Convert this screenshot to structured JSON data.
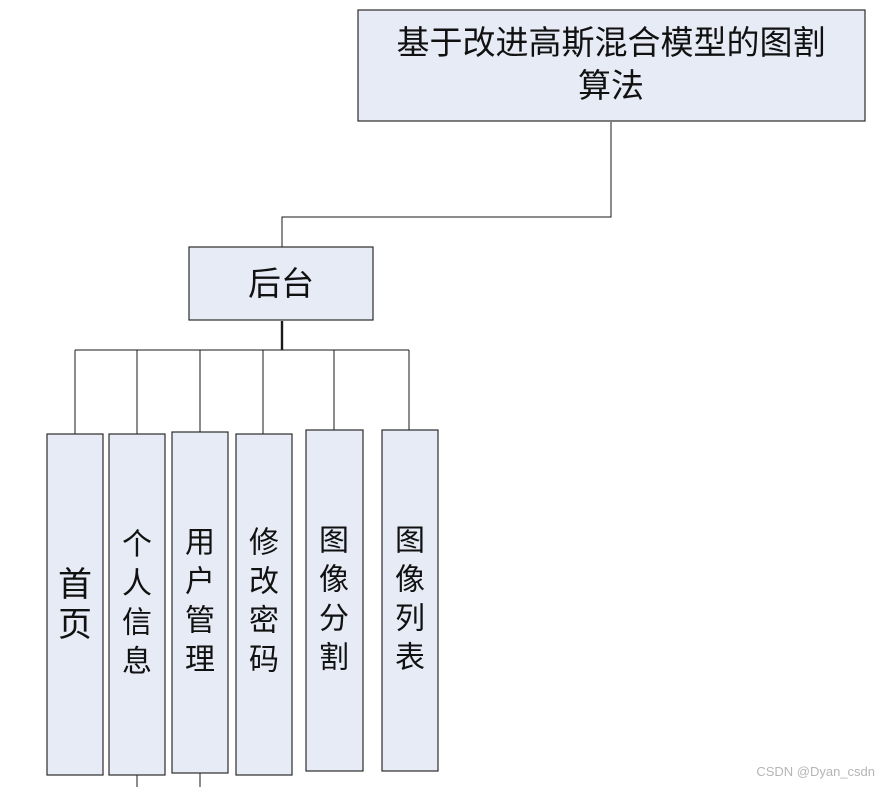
{
  "root": {
    "label_line1": "基于改进高斯混合模型的图割",
    "label_line2": "算法"
  },
  "mid": {
    "label": "后台"
  },
  "leaves": [
    {
      "id": "home",
      "label": "首页"
    },
    {
      "id": "profile",
      "label": "个人信息"
    },
    {
      "id": "users",
      "label": "用户管理"
    },
    {
      "id": "password",
      "label": "修改密码"
    },
    {
      "id": "segment",
      "label": "图像分割"
    },
    {
      "id": "list",
      "label": "图像列表"
    }
  ],
  "watermark": "CSDN @Dyan_csdn"
}
